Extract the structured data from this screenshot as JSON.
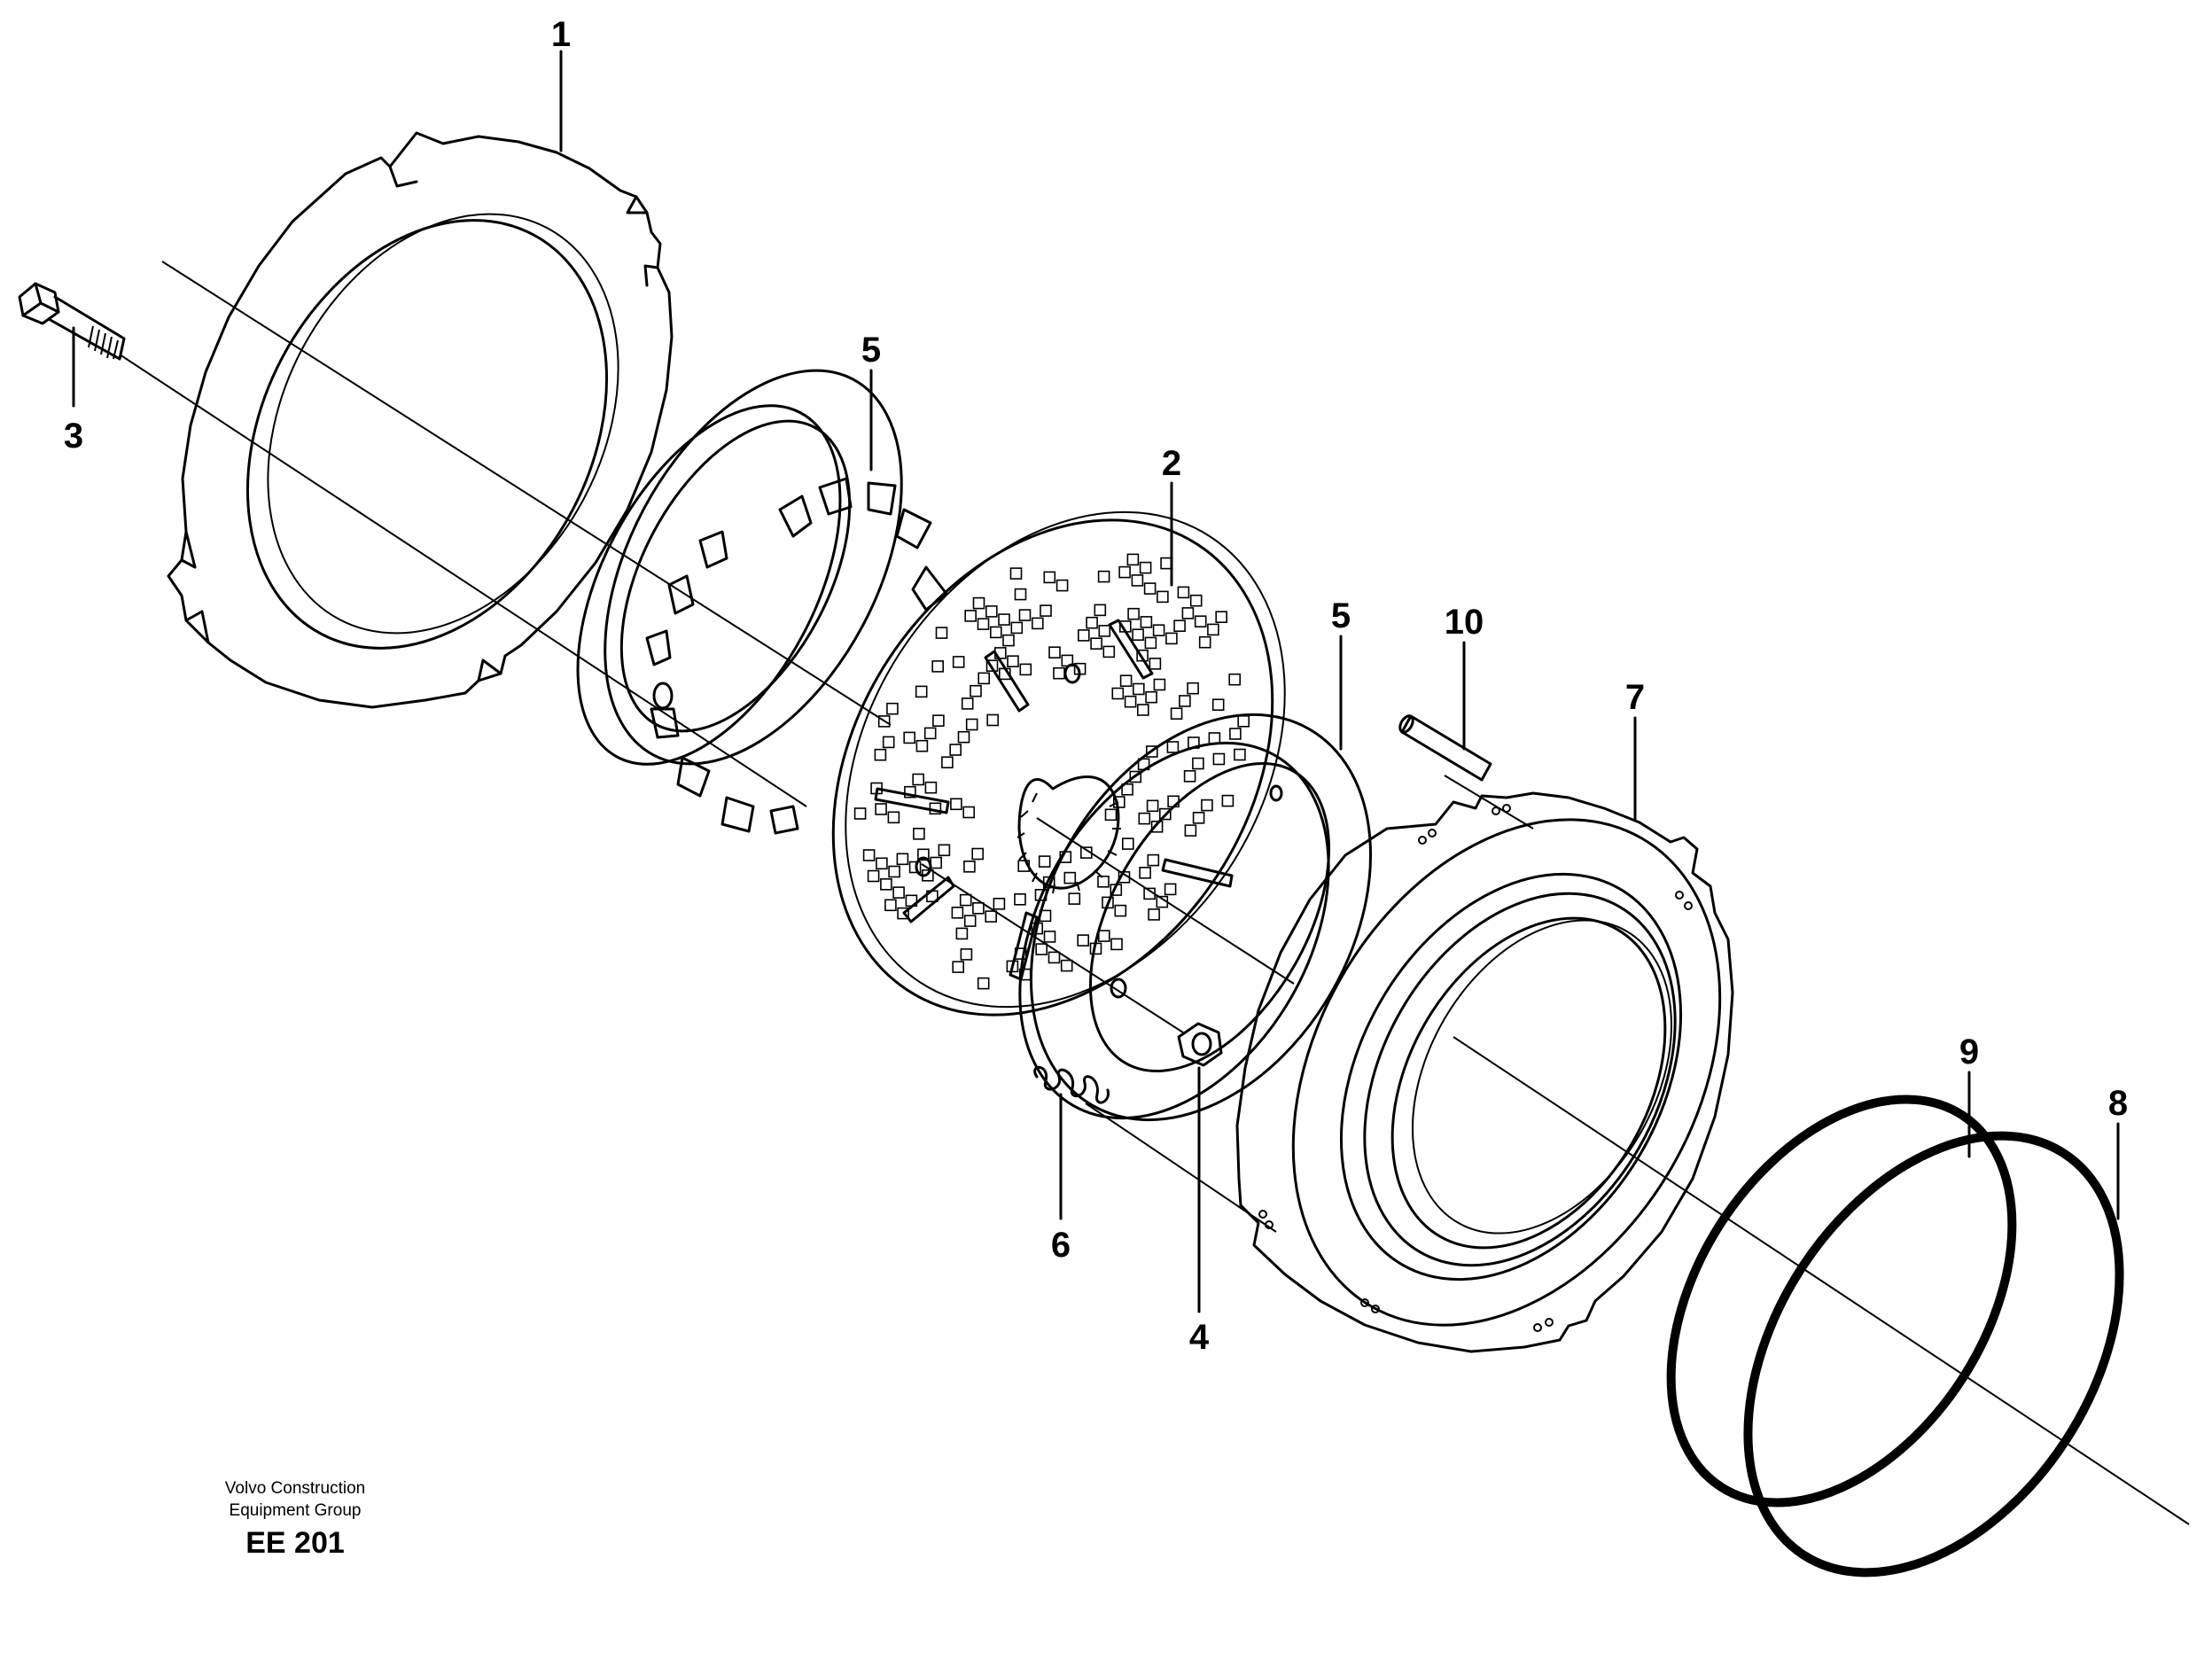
{
  "callouts": {
    "c1": "1",
    "c2": "2",
    "c3": "3",
    "c4": "4",
    "c5a": "5",
    "c5b": "5",
    "c6": "6",
    "c7": "7",
    "c8": "8",
    "c9": "9",
    "c10": "10"
  },
  "caption": {
    "line1": "Volvo Construction",
    "line2": "Equipment Group",
    "code": "EE 201"
  }
}
